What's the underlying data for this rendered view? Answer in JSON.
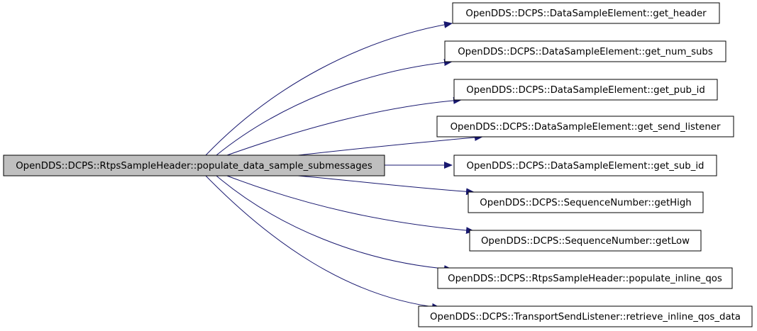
{
  "diagram": {
    "type": "call-graph",
    "colors": {
      "root_fill": "#bfbfbf",
      "node_fill": "#ffffff",
      "border": "#000000",
      "edge": "#191970"
    },
    "root": {
      "label": "OpenDDS::DCPS::RtpsSampleHeader::populate_data_sample_submessages"
    },
    "nodes": [
      {
        "label": "OpenDDS::DCPS::DataSampleElement::get_header"
      },
      {
        "label": "OpenDDS::DCPS::DataSampleElement::get_num_subs"
      },
      {
        "label": "OpenDDS::DCPS::DataSampleElement::get_pub_id"
      },
      {
        "label": "OpenDDS::DCPS::DataSampleElement::get_send_listener"
      },
      {
        "label": "OpenDDS::DCPS::DataSampleElement::get_sub_id"
      },
      {
        "label": "OpenDDS::DCPS::SequenceNumber::getHigh"
      },
      {
        "label": "OpenDDS::DCPS::SequenceNumber::getLow"
      },
      {
        "label": "OpenDDS::DCPS::RtpsSampleHeader::populate_inline_qos"
      },
      {
        "label": "OpenDDS::DCPS::TransportSendListener::retrieve_inline_qos_data"
      }
    ]
  }
}
